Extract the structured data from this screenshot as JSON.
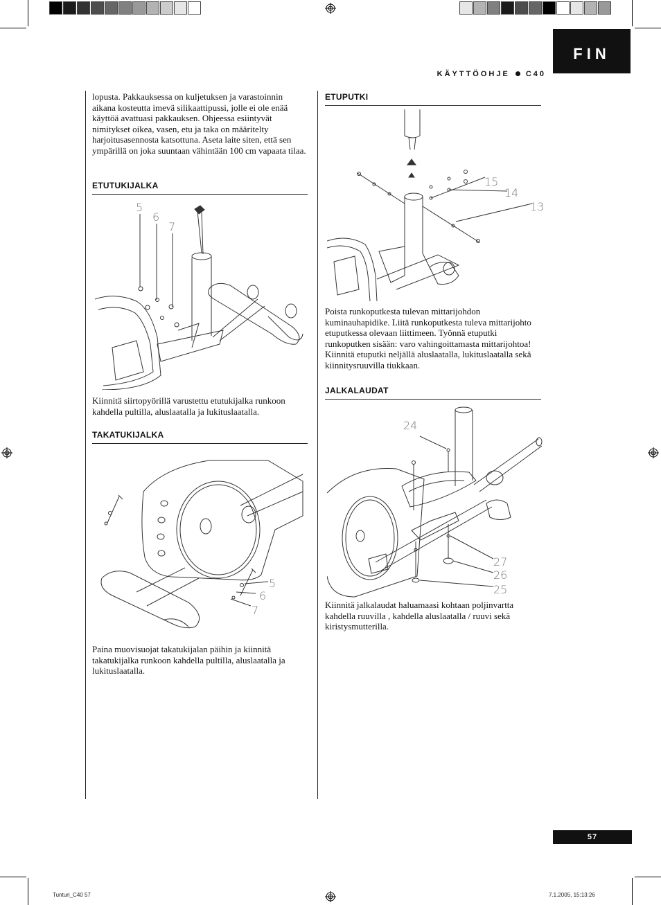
{
  "header": {
    "language_tab": "FIN",
    "running_head_left": "KÄYTTÖOHJE",
    "running_head_right": "C40"
  },
  "left_column": {
    "intro_text": "lopusta. Pakkauksessa on kuljetuksen ja varastoinnin aikana kosteutta imevä silikaattipussi, jolle ei ole enää käyttöä avattuasi pakkauksen. Ohjeessa esiintyvät nimitykset oikea, vasen, etu ja taka on määritelty harjoitusasennosta katsottuna. Aseta laite siten, että sen ympärillä on joka suuntaan vähintään 100 cm vapaata tilaa.",
    "section1_title": "ETUTUKIJALKA",
    "section1_callouts": [
      "5",
      "6",
      "7"
    ],
    "section1_text": "Kiinnitä siirtopyörillä varustettu etutukijalka runkoon kahdella pultilla, aluslaatalla ja lukituslaatalla.",
    "section2_title": "TAKATUKIJALKA",
    "section2_callouts": [
      "5",
      "6",
      "7"
    ],
    "section2_text": "Paina muovisuojat takatukijalan päihin ja kiinnitä takatukijalka runkoon kahdella pultilla, aluslaatalla ja lukituslaatalla."
  },
  "right_column": {
    "section3_title": "ETUPUTKI",
    "section3_callouts": [
      "15",
      "14",
      "13"
    ],
    "section3_text": "Poista runkoputkesta tulevan mittarijohdon kuminauhapidike. Liitä runkoputkesta tuleva mittarijohto etuputkessa olevaan liittimeen. Työnnä etuputki runkoputken sisään: varo vahingoittamasta mittarijohtoa! Kiinnitä etuputki neljällä aluslaatalla, lukituslaatalla sekä kiinnitysruuvilla tiukkaan.",
    "section4_title": "JALKALAUDAT",
    "section4_callouts": [
      "24",
      "27",
      "26",
      "25"
    ],
    "section4_text": "Kiinnitä jalkalaudat haluamaasi kohtaan poljinvartta kahdella ruuvilla , kahdella aluslaatalla / ruuvi sekä kiristysmutterilla."
  },
  "footer": {
    "page_number": "57",
    "slug_left": "Tunturi_C40   57",
    "slug_right": "7.1.2005, 15:13:26"
  },
  "colors": {
    "swatches_left": [
      "#000000",
      "#1a1a1a",
      "#333333",
      "#4d4d4d",
      "#666666",
      "#808080",
      "#999999",
      "#b3b3b3",
      "#cccccc",
      "#e6e6e6",
      "#ffffff"
    ],
    "swatches_right": [
      "#e6e6e6",
      "#b3b3b3",
      "#808080",
      "#1a1a1a",
      "#4d4d4d",
      "#666666",
      "#000000",
      "#ffffff",
      "#e6e6e6",
      "#b3b3b3",
      "#999999"
    ]
  }
}
